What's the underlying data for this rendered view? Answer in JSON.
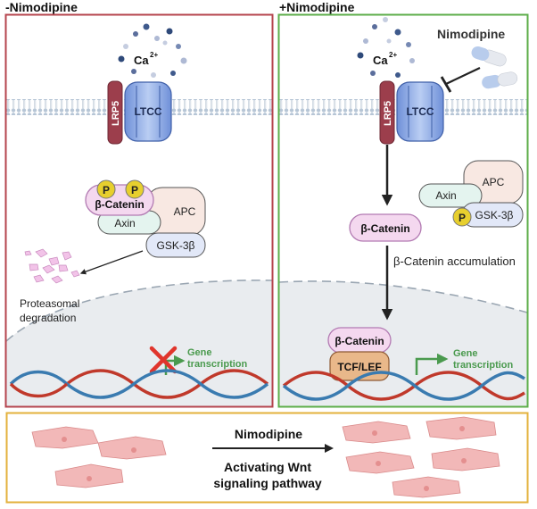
{
  "panels": {
    "left": {
      "title": "-Nimodipine"
    },
    "right": {
      "title": "+Nimodipine",
      "drug_label": "Nimodipine"
    }
  },
  "membrane": {
    "ion": "Ca",
    "ion_charge": "2+",
    "receptor": "LRP5",
    "channel": "LTCC"
  },
  "complex": {
    "protein": "β-Catenin",
    "phospho": "P",
    "axin": "Axin",
    "apc": "APC",
    "gsk": "GSK-3β"
  },
  "left_labels": {
    "degradation_line1": "Proteasomal",
    "degradation_line2": "degradation",
    "gene_line1": "Gene",
    "gene_line2": "transcription"
  },
  "right_labels": {
    "catenin": "β-Catenin",
    "accumulation": "β-Catenin accumulation",
    "nuclear_catenin": "β-Catenin",
    "tcf": "TCF/LEF",
    "gene_line1": "Gene",
    "gene_line2": "transcription"
  },
  "bottom": {
    "drug": "Nimodipine",
    "line1": "Activating Wnt",
    "line2": "signaling pathway"
  },
  "colors": {
    "left_frame": "#b5444e",
    "right_frame": "#5dae4a",
    "bottom_frame": "#e3b23c",
    "catenin_fill": "#f4d8ef",
    "catenin_stroke": "#b27ab2",
    "apc_fill": "#f8e8e2",
    "axin_fill": "#e4f4ef",
    "gsk_fill": "#e2e8f8",
    "phospho": "#e7cf2e",
    "tcf_fill": "#e9b88a",
    "arrow_green": "#4a9a4e",
    "inhibit_red": "#e0352c",
    "dna_red": "#c0392b",
    "dna_blue": "#3a7bb0",
    "cell_pink": "#f2b8b8"
  }
}
